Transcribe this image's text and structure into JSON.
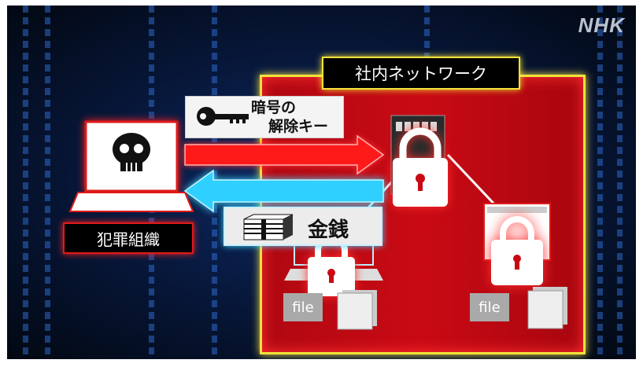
{
  "logo": "NHK",
  "network": {
    "label": "社内ネットワーク"
  },
  "key_label": {
    "line1": "暗号の",
    "line2": "解除キー",
    "icon": "key-icon"
  },
  "money_label": {
    "text": "金銭",
    "icon": "money-stack-icon"
  },
  "criminal_org": {
    "label": "犯罪組織",
    "icon": "skull-icon"
  },
  "files": [
    "file",
    "file"
  ],
  "colors": {
    "network_fill": "#c90a14",
    "network_border": "#f2e23a",
    "key_arrow": "#ff1a1a",
    "money_arrow": "#2fd0ff",
    "background": "#071637"
  }
}
